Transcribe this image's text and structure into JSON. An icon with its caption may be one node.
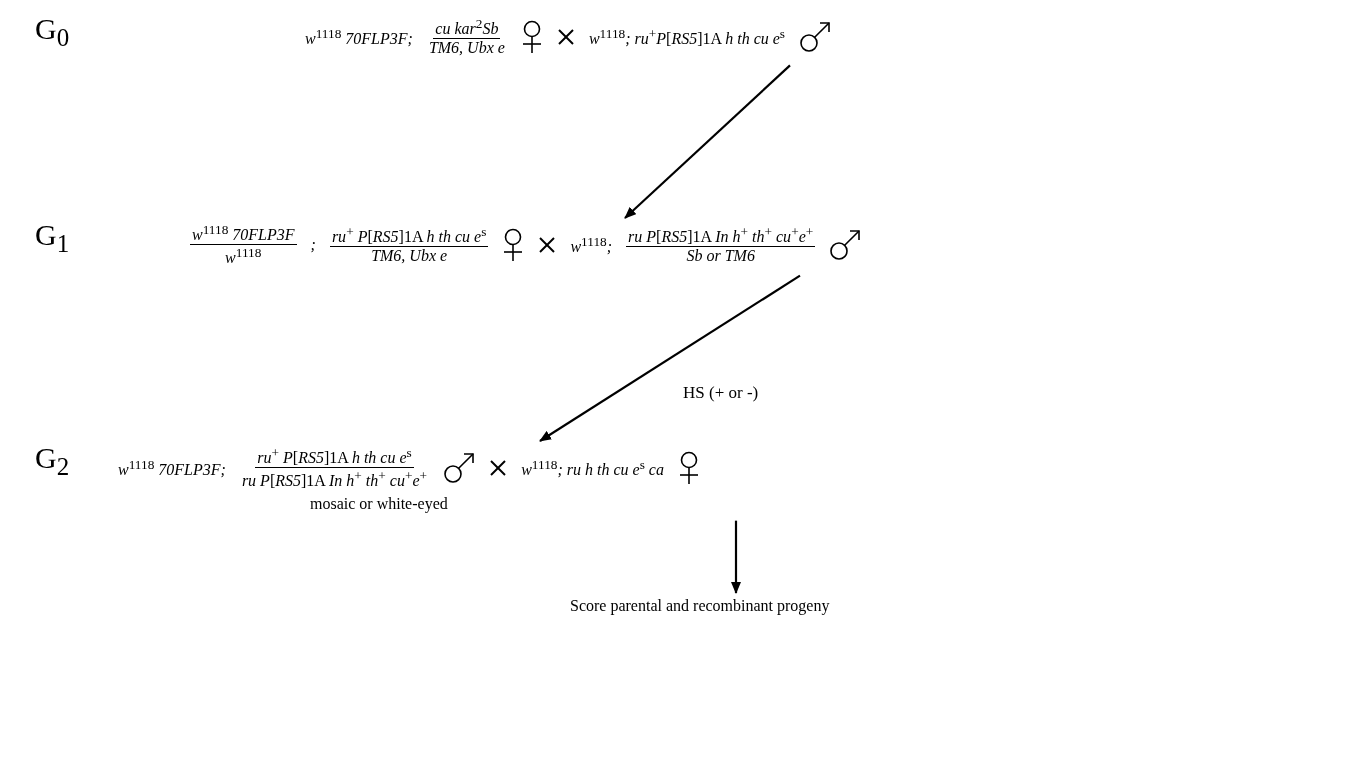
{
  "diagram": {
    "nodes": [
      {
        "text": [
          "*w*$^{1118}$ *70FLP3F;*",
          "*cu kar*$^{2}$*Sb*",
          "*TM6, Ubx e*",
          "*w*$^{1118}$*; ru*$^{+}$*P*[*RS5*]1A *h th cu e*$^{s}$"
        ]
      },
      {
        "text": [
          "*w*$^{1118}$ *70FLP3F*",
          "*w*$^{1118}$",
          "*;*",
          "*ru*$^{+}$ *P*[*RS5*]1A *h th cu e*$^{s}$",
          "*TM6, Ubx e*",
          "*w*$^{1118}$*;*",
          "*ru P*[*RS5*]1A *In h*$^{+}$ *th*$^{+}$ *cu*$^{+}$*e*$^{+}$",
          "*Sb or TM6*"
        ]
      },
      {
        "text": [
          "*w*$^{1118}$ *70FLP3F;*",
          "*ru*$^{+}$ *P*[*RS5*]1A *h th cu e*$^{s}$",
          "*ru P*[*RS5*]1A *In h*$^{+}$ *th*$^{+}$ *cu*$^{+}$*e*$^{+}$",
          "mosaic or white-eyed",
          "*w*$^{1118}$*; ru h th cu e*$^{s}$ *ca*"
        ]
      },
      {
        "text": [
          "Score parental and recombinant progeny"
        ]
      }
    ],
    "edges": [
      {
        "from": 0,
        "to": 1,
        "arrow": "to"
      },
      {
        "from": 1,
        "to": 2,
        "arrow": "to",
        "label": "HS (+ or -)"
      },
      {
        "from": 2,
        "to": 3,
        "arrow": "to"
      }
    ],
    "labels": [
      "G$_{0}$",
      "G$_{1}$",
      "G$_{2}$"
    ]
  }
}
